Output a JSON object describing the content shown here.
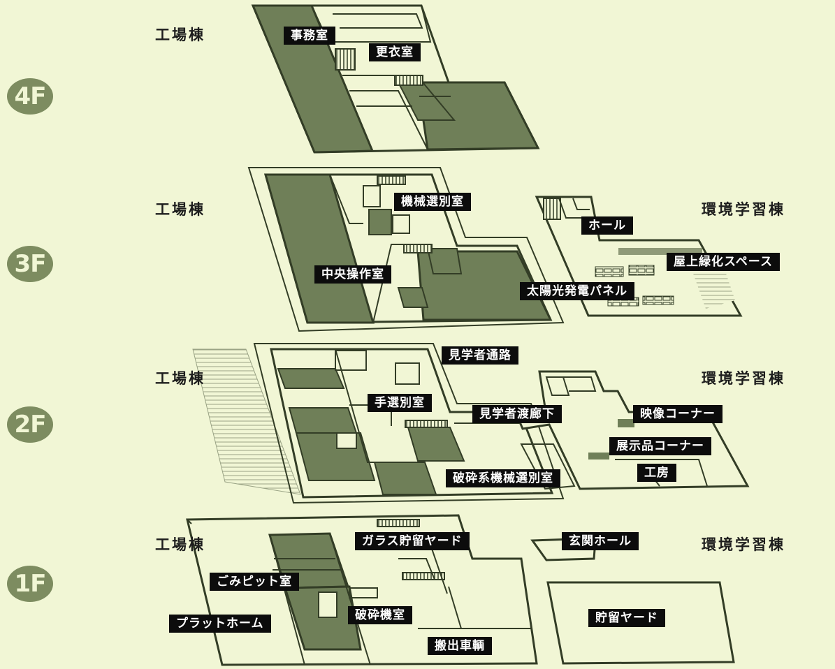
{
  "floors": [
    {
      "id": "4F",
      "label": "4F",
      "buildings": [
        "工場棟"
      ],
      "rooms": [
        "事務室",
        "更衣室"
      ]
    },
    {
      "id": "3F",
      "label": "3F",
      "buildings": [
        "工場棟",
        "環境学習棟"
      ],
      "rooms": [
        "機械選別室",
        "中央操作室",
        "ホール",
        "屋上緑化スペース",
        "太陽光発電パネル"
      ]
    },
    {
      "id": "2F",
      "label": "2F",
      "buildings": [
        "工場棟",
        "環境学習棟"
      ],
      "rooms": [
        "見学者通路",
        "手選別室",
        "見学者渡廊下",
        "映像コーナー",
        "展示品コーナー",
        "工房",
        "破砕系機械選別室"
      ]
    },
    {
      "id": "1F",
      "label": "1F",
      "buildings": [
        "工場棟",
        "環境学習棟"
      ],
      "rooms": [
        "ガラス貯留ヤード",
        "玄関ホール",
        "ごみピット室",
        "プラットホーム",
        "破砕機室",
        "搬出車輌",
        "貯留ヤード"
      ]
    }
  ],
  "colors": {
    "background": "#f1f6d5",
    "wall": "#333d26",
    "shaded_area": "#6f7f58",
    "badge": "#7d8c60",
    "label_bg": "#0c0c0c",
    "label_text": "#ffffff"
  }
}
